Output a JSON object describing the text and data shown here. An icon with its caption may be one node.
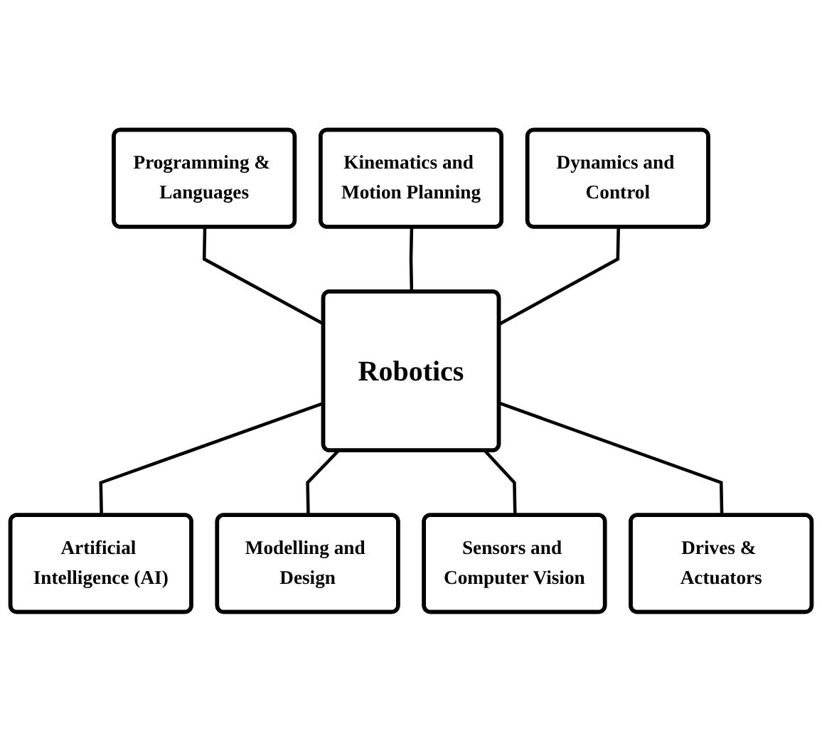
{
  "diagram": {
    "nodes": [
      {
        "text": [
          "Kinematics and Motion Planning"
        ]
      },
      {
        "text": [
          "Programming & Languages"
        ]
      },
      {
        "text": [
          "Dynamics and Control"
        ]
      },
      {
        "text": [
          "Robotics"
        ]
      },
      {
        "text": [
          "Artificial Intelligence (AI)"
        ]
      },
      {
        "text": [
          "Modelling and Design"
        ]
      },
      {
        "text": [
          "Sensors and Computer Vision"
        ]
      },
      {
        "text": [
          "Drives & Actuators"
        ]
      }
    ],
    "edges": [
      {
        "from": 1,
        "to": 3,
        "arrow": "none"
      },
      {
        "from": 0,
        "to": 3,
        "arrow": "none"
      },
      {
        "from": 2,
        "to": 3,
        "arrow": "none"
      },
      {
        "from": 3,
        "to": 4,
        "arrow": "none"
      },
      {
        "from": 3,
        "to": 5,
        "arrow": "none"
      },
      {
        "from": 3,
        "to": 6,
        "arrow": "none"
      },
      {
        "from": 3,
        "to": 7,
        "arrow": "none"
      }
    ]
  }
}
